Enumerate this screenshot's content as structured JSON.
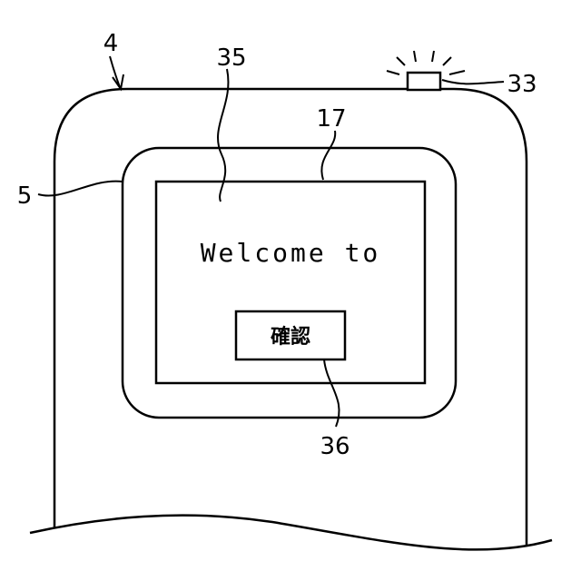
{
  "diagram": {
    "screen": {
      "message": "Welcome to",
      "button_label": "確認"
    },
    "reference_numerals": {
      "device_body": "4",
      "bezel": "5",
      "display_panel": "17",
      "indicator_lamp": "33",
      "display_area": "35",
      "confirm_button": "36"
    }
  }
}
